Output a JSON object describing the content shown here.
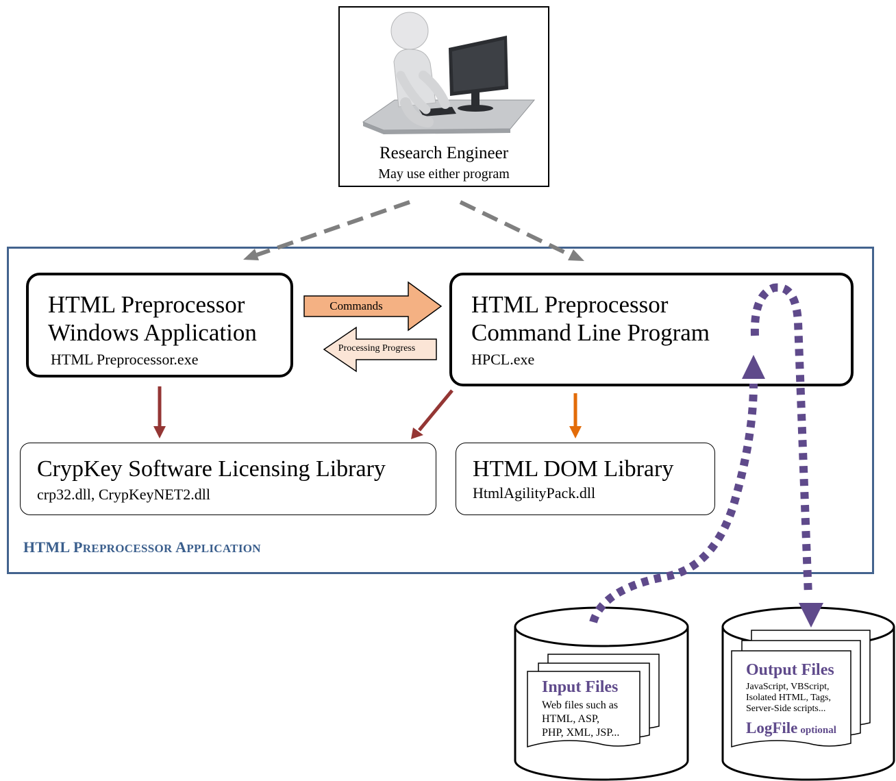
{
  "engineer": {
    "name": "Research Engineer",
    "subtitle": "May use either program",
    "figure_icon": "person-at-computer-icon"
  },
  "application": {
    "label_first_H": "HTML P",
    "label_sc_1": "REPROCESSOR",
    "label_A": " A",
    "label_sc_2": "PPLICATION"
  },
  "windows_app": {
    "line1": "HTML Preprocessor",
    "line2": "Windows Application",
    "file": "HTML Preprocessor.exe"
  },
  "cli_program": {
    "line1": "HTML Preprocessor",
    "line2": "Command Line Program",
    "file": "HPCL.exe"
  },
  "arrows": {
    "commands": "Commands",
    "progress": "Processing Progress"
  },
  "crypkey": {
    "title": "CrypKey Software Licensing Library",
    "files": "crp32.dll, CrypKeyNET2.dll"
  },
  "dom_lib": {
    "title": "HTML DOM Library",
    "file": "HtmlAgilityPack.dll"
  },
  "input_files": {
    "title": "Input Files",
    "lines": [
      "Web files such as",
      "HTML, ASP,",
      "PHP, XML, JSP..."
    ]
  },
  "output_files": {
    "title": "Output Files",
    "lines": [
      "JavaScript, VBScript,",
      "Isolated HTML, Tags,",
      "Server-Side scripts..."
    ],
    "logfile": "LogFile",
    "optional": "optional"
  },
  "colors": {
    "frame": "#43638e",
    "commands_arrow": "#f4b183",
    "progress_arrow": "#fbe5d6",
    "dark_red_arrow": "#943634",
    "orange_arrow": "#e36c09",
    "dashed_gray": "#7f7f7f",
    "purple_flow": "#5f4a8b"
  }
}
